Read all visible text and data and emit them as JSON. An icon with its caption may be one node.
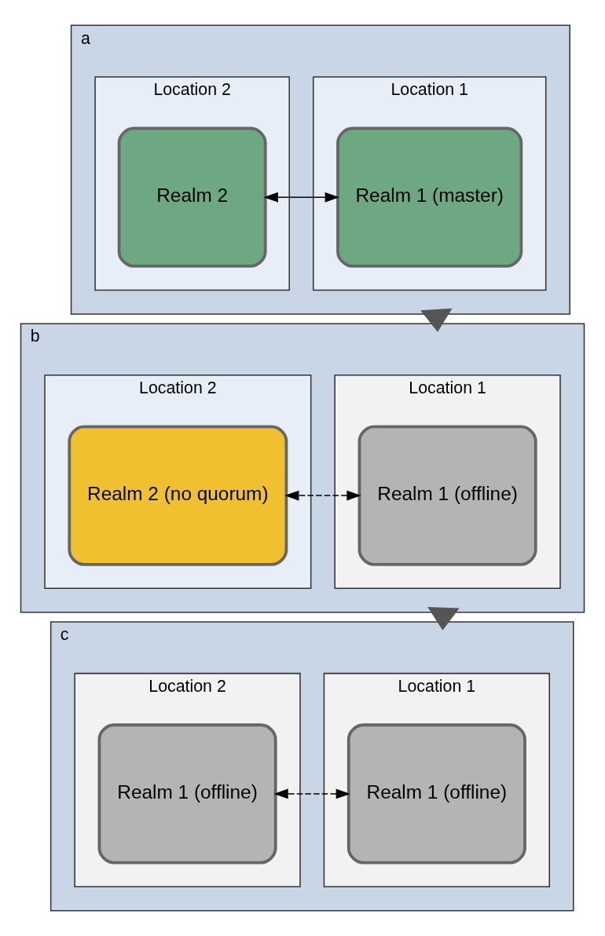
{
  "diagram": {
    "nodes": [
      {
        "text": [
          "a"
        ]
      },
      {
        "text": [
          "Location 1"
        ],
        "in": 0
      },
      {
        "text": [
          "Realm 1 (master)"
        ],
        "in": 1
      },
      {
        "text": [
          "Location 2"
        ],
        "in": 0
      },
      {
        "text": [
          "Realm 2"
        ],
        "in": 3
      },
      {
        "text": [
          "b"
        ]
      },
      {
        "text": [
          "Location 1"
        ],
        "in": 5
      },
      {
        "text": [
          "Realm 1 (offline)"
        ],
        "in": 6
      },
      {
        "text": [
          "Location 2"
        ],
        "in": 5
      },
      {
        "text": [
          "Realm 2 (no quorum)"
        ],
        "in": 8
      },
      {
        "text": [
          "c"
        ]
      },
      {
        "text": [
          "Location 1"
        ],
        "in": 10
      },
      {
        "text": [
          "Realm 1 (offline)"
        ],
        "in": 11
      },
      {
        "text": [
          "Location 2"
        ],
        "in": 10
      },
      {
        "text": [
          "Realm 1 (offline)"
        ],
        "in": 13
      }
    ],
    "edges": [
      {
        "from": 2,
        "to": 4,
        "arrow": "both"
      },
      {
        "from": 0,
        "to": 5,
        "arrow": "to",
        "style": "thick"
      },
      {
        "from": 7,
        "to": 9,
        "arrow": "both",
        "style": "dashed"
      },
      {
        "from": 5,
        "to": 10,
        "arrow": "to",
        "style": "thick"
      },
      {
        "from": 12,
        "to": 14,
        "arrow": "both",
        "style": "dashed"
      }
    ]
  }
}
